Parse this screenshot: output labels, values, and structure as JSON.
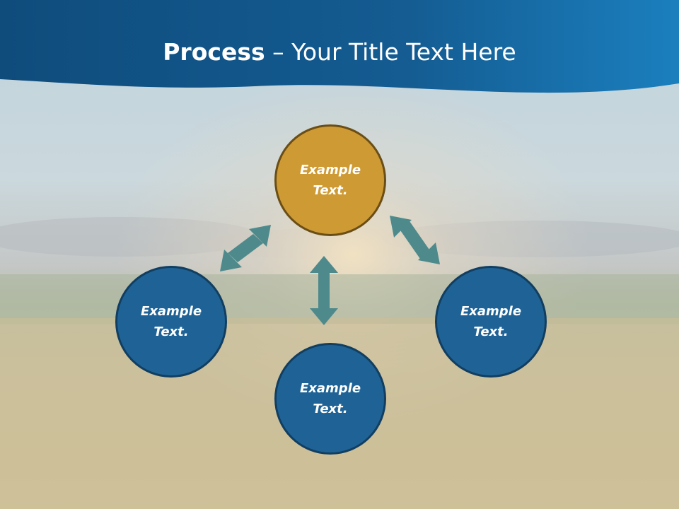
{
  "slide": {
    "title_bold": "Process",
    "title_rest": " – Your Title Text Here"
  },
  "nodes": [
    {
      "id": "top",
      "label": "Example Text.",
      "color": "#CE9A34"
    },
    {
      "id": "left",
      "label": "Example Text.",
      "color": "#1F6396"
    },
    {
      "id": "bottom",
      "label": "Example Text.",
      "color": "#1F6396"
    },
    {
      "id": "right",
      "label": "Example Text.",
      "color": "#1F6396"
    }
  ],
  "arrow_color": "#4E8A8C"
}
